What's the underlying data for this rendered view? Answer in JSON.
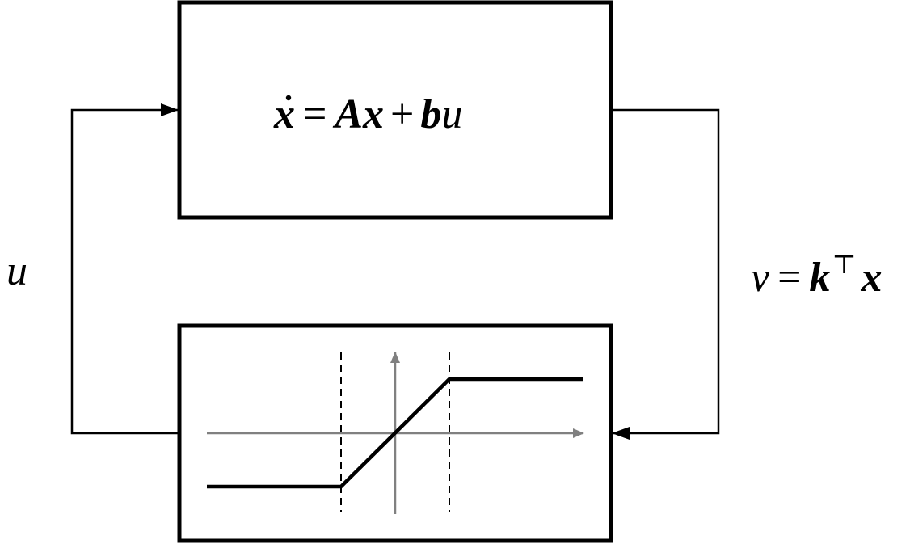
{
  "plant_block": {
    "equation": {
      "xdot": "x",
      "eq": "=",
      "A": "A",
      "x": "x",
      "plus": "+",
      "b": "b",
      "u": "u"
    }
  },
  "input_label": "u",
  "output_label": {
    "v": "v",
    "eq": "=",
    "k": "k",
    "transpose": "⊤",
    "x": "x"
  },
  "nonlinearity_block": {
    "type": "saturation",
    "axis_color": "#808080",
    "curve_color": "#000000"
  },
  "colors": {
    "line": "#000000",
    "background": "#ffffff"
  }
}
